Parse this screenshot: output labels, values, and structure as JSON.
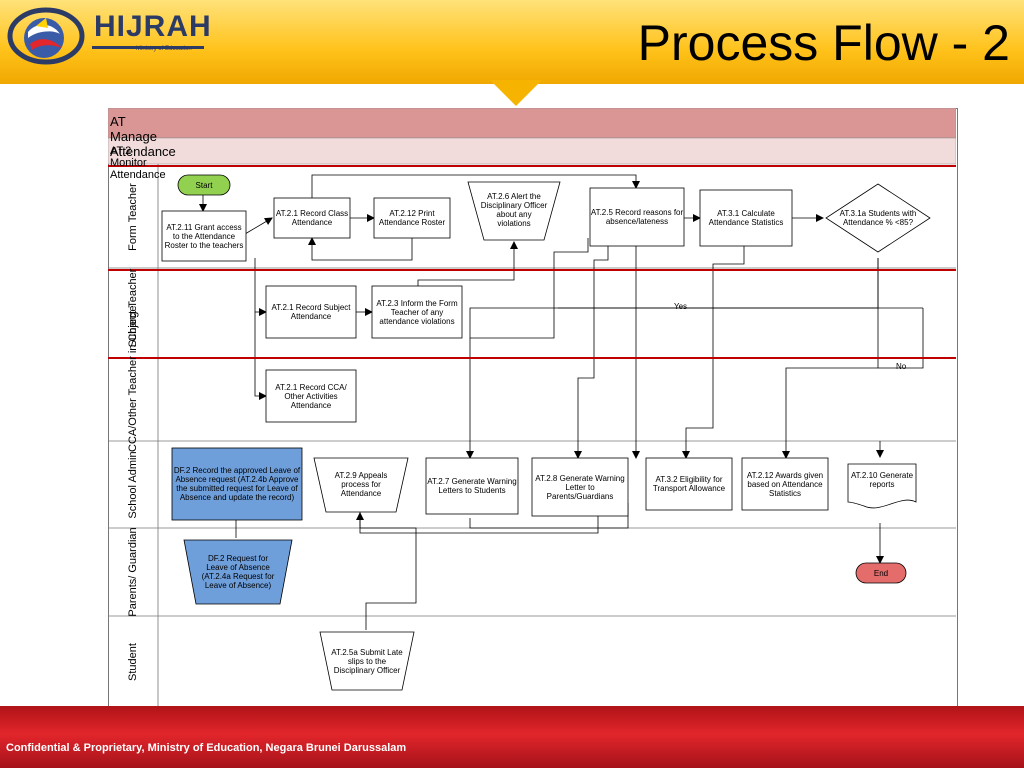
{
  "header": {
    "title": "Process Flow - 2",
    "logo_text": "HIJRAH",
    "logo_tagline": "Ministry of Education"
  },
  "diagram": {
    "title": "AT Manage Attendance",
    "subtitle": "AT.2 Monitor Attendance",
    "lanes": [
      "Form Teacher",
      "Subject Teacher",
      "CCA/Other Teacher in Charge",
      "School Admin",
      "Parents/ Guardian",
      "Student"
    ],
    "nodes": {
      "start": "Start",
      "at211": "AT.2.11 Grant access to the Attendance Roster to the teachers",
      "at21_form": "AT.2.1 Record Class Attendance",
      "at212": "AT.2.12 Print Attendance Roster",
      "at26": "AT.2.6 Alert the Disciplinary Officer about any violations",
      "at25": "AT.2.5 Record reasons for absence/lateness",
      "at31": "AT.3.1 Calculate Attendance Statistics",
      "at31a": "AT.3.1a Students with Attendance % <85?",
      "at21_subject": "AT.2.1 Record Subject Attendance",
      "at23": "AT.2.3 Inform the Form Teacher of any attendance violations",
      "at21_cca": "AT.2.1 Record CCA/ Other Activities Attendance",
      "df2_record": "DF.2 Record the approved Leave of Absence request (AT.2.4b Approve the submitted request for Leave of Absence and update the record)",
      "at29": "AT.2.9 Appeals process for Attendance",
      "at27": "AT.2.7 Generate Warning Letters to Students",
      "at28": "AT.2.8 Generate Warning Letter to Parents/Guardians",
      "at32": "AT.3.2 Eligibility for Transport Allowance",
      "at212b": "AT.2.12 Awards given based on Attendance Statistics",
      "at210": "AT.2.10 Generate reports",
      "df2_request": "DF.2 Request for Leave of Absence (AT.2.4a Request for Leave of Absence)",
      "end": "End",
      "at25a": "AT.2.5a Submit Late slips to the Disciplinary Officer"
    },
    "labels": {
      "yes": "Yes",
      "no": "No"
    }
  },
  "footer": {
    "text": "Confidential & Proprietary, Ministry of Education, Negara Brunei Darussalam"
  },
  "colors": {
    "header": "#ffc21a",
    "footer": "#d7201f",
    "title_band": "#d99694",
    "subtitle_band": "#f2dcdb",
    "start_fill": "#92d050",
    "end_fill": "#e46c6a",
    "blue_fill": "#6f9fdb",
    "highlight": "#c00000"
  }
}
